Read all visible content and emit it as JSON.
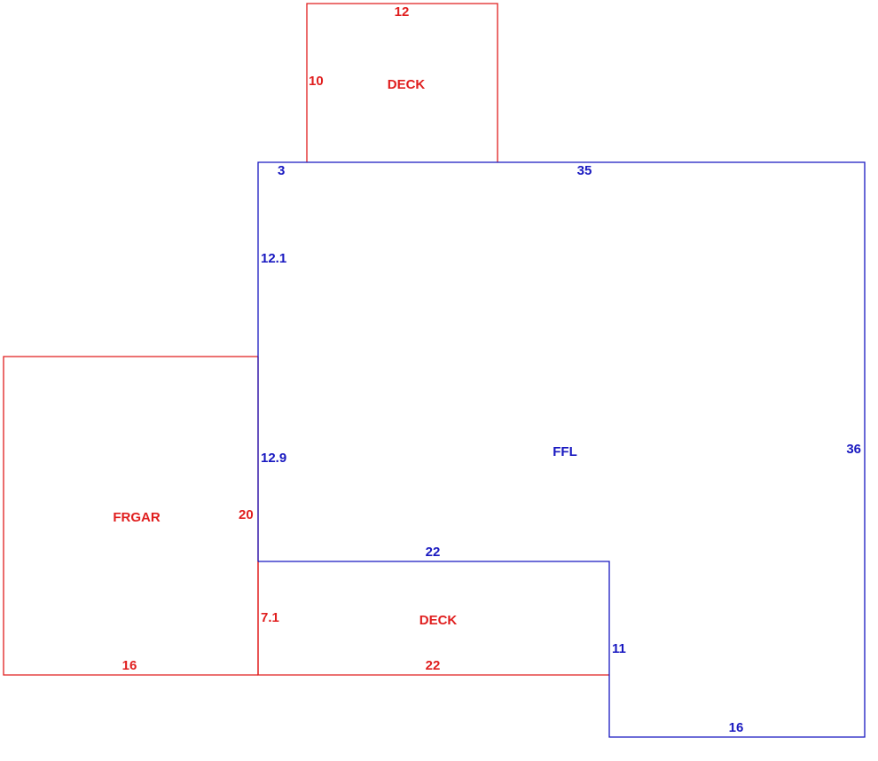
{
  "colors": {
    "red": "#e01e1e",
    "blue": "#1818c0"
  },
  "areas": {
    "deck_top": {
      "name": "DECK",
      "top": "12",
      "left": "10"
    },
    "ffl": {
      "name": "FFL",
      "top_short": "3",
      "top": "35",
      "left_upper": "12.1",
      "left_lower": "12.9",
      "right": "36",
      "inner_top": "22",
      "inner_right": "11",
      "bottom": "16"
    },
    "frgar": {
      "name": "FRGAR",
      "right": "20",
      "bottom": "16"
    },
    "deck_bottom": {
      "name": "DECK",
      "left": "7.1",
      "bottom": "22"
    }
  }
}
